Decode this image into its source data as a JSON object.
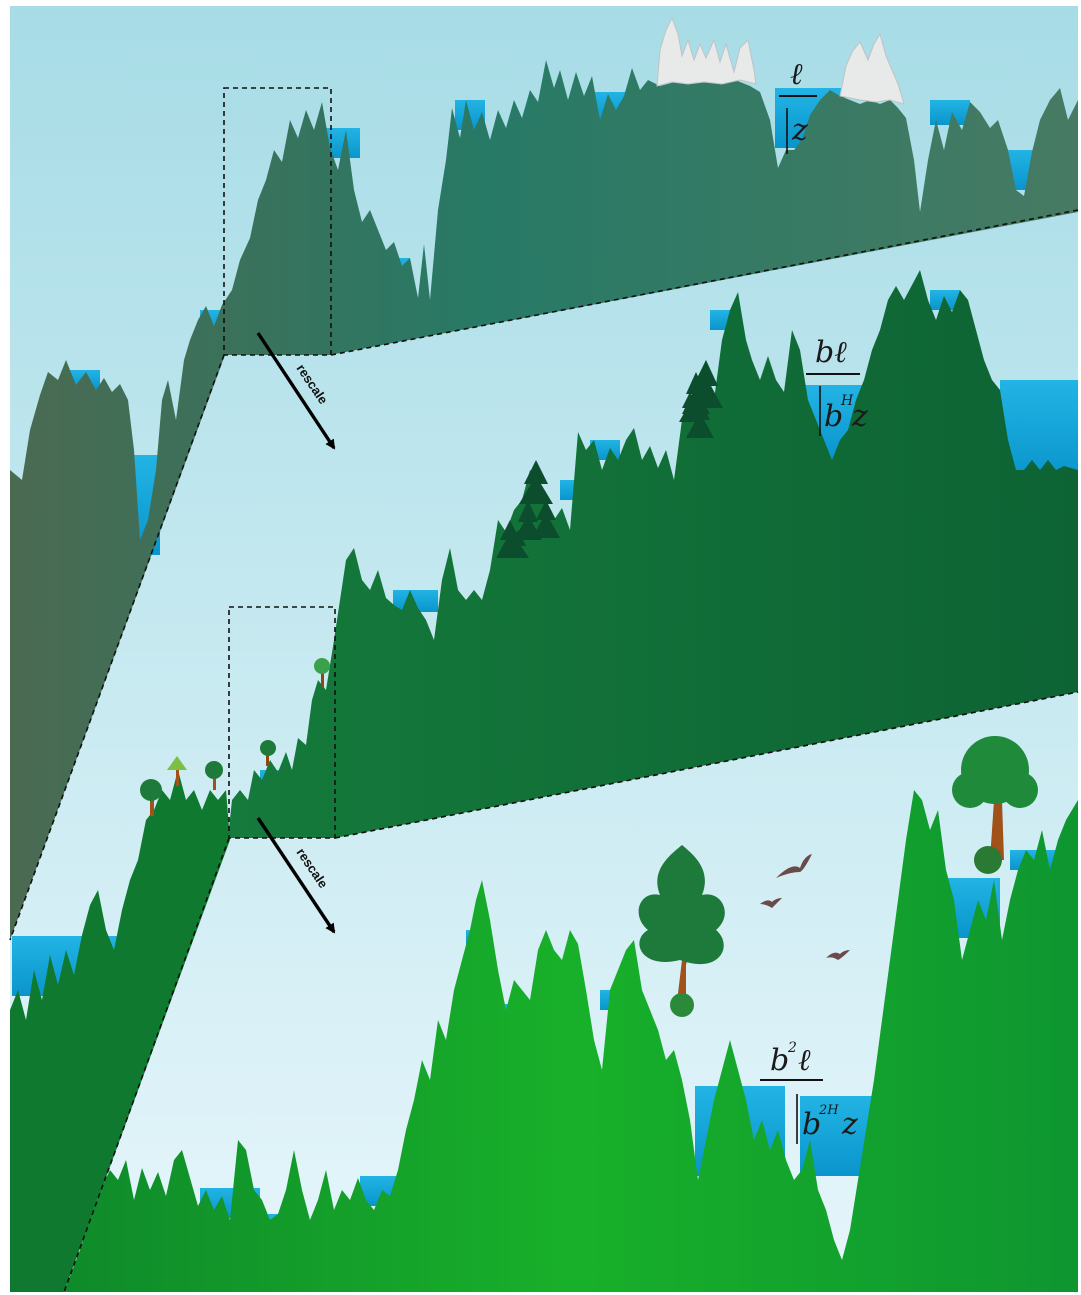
{
  "arrows": {
    "upper_label": "rescale",
    "lower_label": "rescale"
  },
  "labels": {
    "top": {
      "num": "ℓ",
      "den": "z"
    },
    "middle": {
      "num": "bℓ",
      "den_base1": "b",
      "den_sup": "H",
      "den_base2": "z"
    },
    "bottom": {
      "num_base": "b",
      "num_sup": "2",
      "num_tail": "ℓ",
      "den_base1": "b",
      "den_sup": "2H",
      "den_base2": "z"
    }
  },
  "colors": {
    "sky_top": "#a9dde6",
    "sky_bottom": "#e3f5fa",
    "water": "#0fa8db",
    "top_land": "#35785f",
    "top_land_left": "#4e6a54",
    "middle_land": "#0f6a37",
    "bottom_land": "#16a22a",
    "bottom_land_dark": "#0d7a27",
    "snow": "#e9eaea"
  }
}
